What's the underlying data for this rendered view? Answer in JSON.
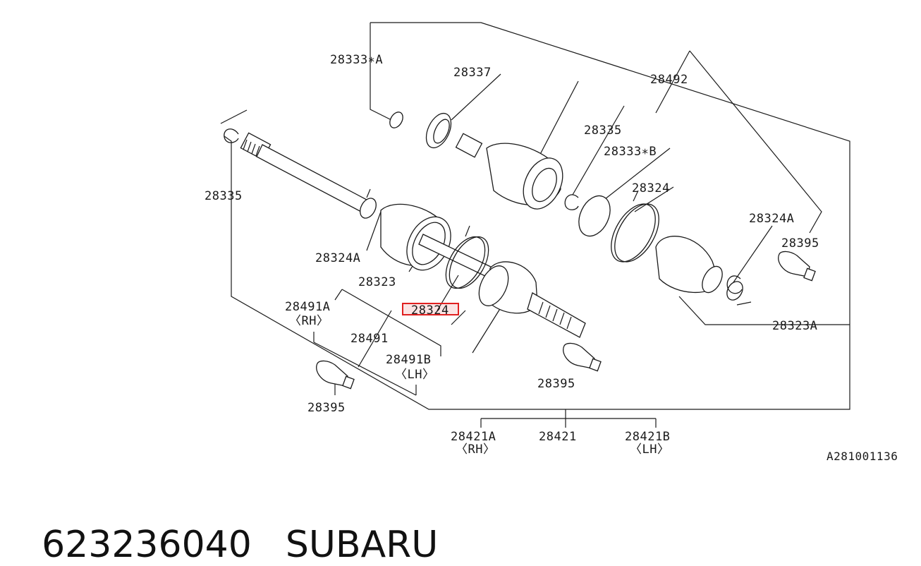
{
  "diagram": {
    "labels": {
      "p28333A": "28333∗A",
      "p28337": "28337",
      "p28492": "28492",
      "p28335_top": "28335",
      "p28333B": "28333∗B",
      "p28324_top": "28324",
      "p28324A_right": "28324A",
      "p28395_right": "28395",
      "p28335_left": "28335",
      "p28324A_left": "28324A",
      "p28323": "28323",
      "p28491A": "28491A",
      "p28491A_side": "〈RH〉",
      "p28324_mid": "28324",
      "p28491": "28491",
      "p28491B": "28491B",
      "p28491B_side": "〈LH〉",
      "p28323A": "28323A",
      "p28395_mid": "28395",
      "p28395_left": "28395",
      "p28421A": "28421A",
      "p28421A_side": "〈RH〉",
      "p28421": "28421",
      "p28421B": "28421B",
      "p28421B_side": "〈LH〉",
      "ref_code": "A281001136"
    },
    "highlight_color": "#e02020"
  },
  "footer": {
    "part_number": "623236040",
    "brand": "SUBARU"
  }
}
